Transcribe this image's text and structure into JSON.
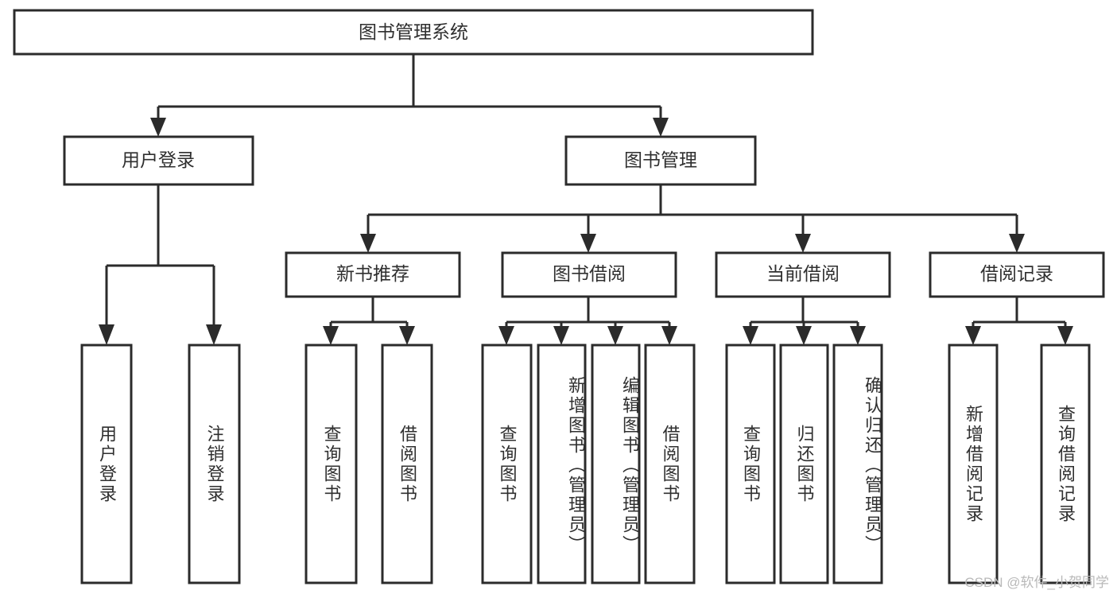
{
  "diagram": {
    "type": "tree-hierarchy",
    "title": "图书管理系统",
    "watermark": "CSDN @软件_小贺同学",
    "colors": {
      "box_fill": "#ffffff",
      "box_stroke": "#2b2b2b",
      "connector": "#2b2b2b",
      "text": "#2f2f2f",
      "watermark": "#b9b9b9",
      "background": "#ffffff"
    },
    "root": {
      "label": "图书管理系统"
    },
    "level2": [
      {
        "label": "用户登录"
      },
      {
        "label": "图书管理"
      }
    ],
    "level3": [
      {
        "label": "新书推荐"
      },
      {
        "label": "图书借阅"
      },
      {
        "label": "当前借阅"
      },
      {
        "label": "借阅记录"
      }
    ],
    "leaves": {
      "user_login": [
        {
          "label": "用户登录"
        },
        {
          "label": "注销登录"
        }
      ],
      "new_book_recommend": [
        {
          "label": "查询图书"
        },
        {
          "label": "借阅图书"
        }
      ],
      "book_borrow": [
        {
          "label": "查询图书"
        },
        {
          "label": "新增图书（管理员）"
        },
        {
          "label": "编辑图书（管理员）"
        },
        {
          "label": "借阅图书"
        }
      ],
      "current_borrow": [
        {
          "label": "查询图书"
        },
        {
          "label": "归还图书"
        },
        {
          "label": "确认归还（管理员）"
        }
      ],
      "borrow_record": [
        {
          "label": "新增借阅记录"
        },
        {
          "label": "查询借阅记录"
        }
      ]
    }
  }
}
